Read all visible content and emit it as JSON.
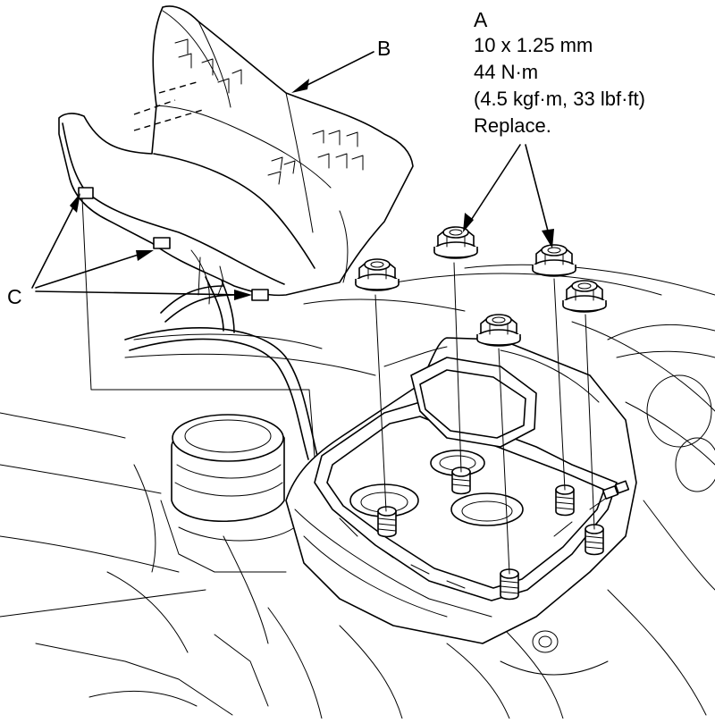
{
  "callouts": {
    "a": {
      "letter": "A",
      "thread": "10 x 1.25 mm",
      "torque_nm": "44 N·m",
      "torque_alt": "(4.5 kgf·m, 33 lbf·ft)",
      "note": "Replace."
    },
    "b": {
      "letter": "B"
    },
    "c": {
      "letter": "C"
    }
  }
}
